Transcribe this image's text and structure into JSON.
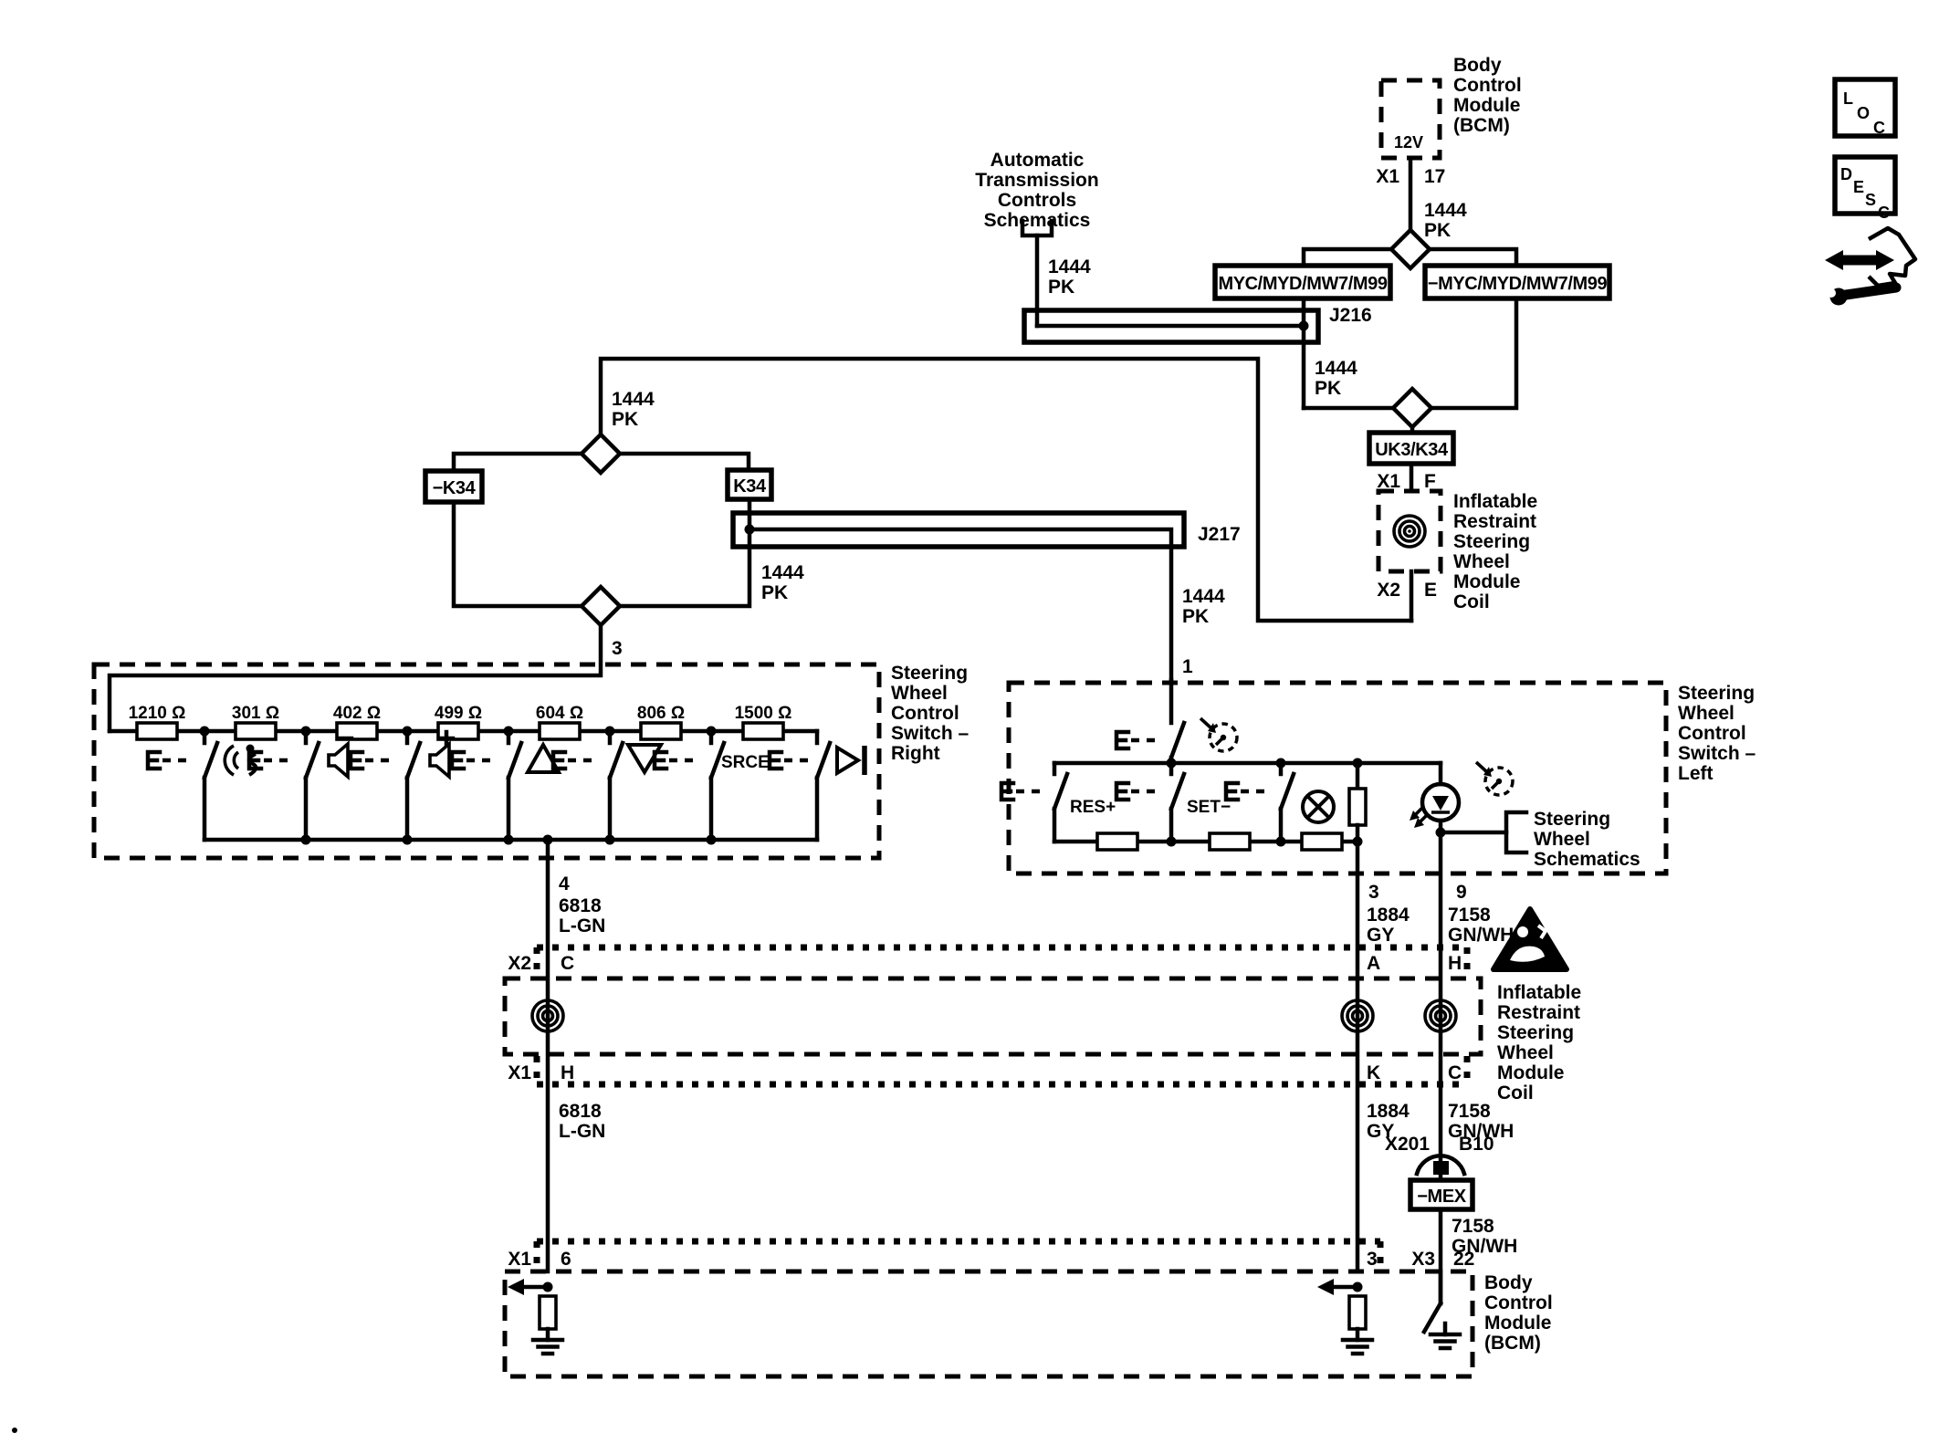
{
  "tools": {
    "loc": "LOC",
    "desc": "DESC"
  },
  "bcm_top": {
    "l0": "Body",
    "l1": "Control",
    "l2": "Module",
    "l3": "(BCM)",
    "v": "12V",
    "conn": "X1",
    "pin": "17"
  },
  "atc": {
    "l0": "Automatic",
    "l1": "Transmission",
    "l2": "Controls",
    "l3": "Schematics"
  },
  "w1444": {
    "n": "1444",
    "c": "PK"
  },
  "w6818": {
    "n": "6818",
    "c": "L-GN"
  },
  "w1884": {
    "n": "1884",
    "c": "GY"
  },
  "w7158": {
    "n": "7158",
    "c": "GN/WH"
  },
  "boxes": {
    "myc": "MYC/MYD/MW7/M99",
    "nmyc": "−MYC/MYD/MW7/M99",
    "uk3": "UK3/K34",
    "k34": "K34",
    "nk34": "−K34",
    "mex": "−MEX"
  },
  "splices": {
    "j216": "J216",
    "j217": "J217"
  },
  "coil_top": {
    "conn_in": "X1",
    "pin_in": "F",
    "conn_out": "X2",
    "pin_out": "E",
    "l0": "Inflatable",
    "l1": "Restraint",
    "l2": "Steering",
    "l3": "Wheel",
    "l4": "Module",
    "l5": "Coil"
  },
  "rsw": {
    "l0": "Steering",
    "l1": "Wheel",
    "l2": "Control",
    "l3": "Switch –",
    "l4": "Right",
    "pin_in": "3",
    "pin_out": "4",
    "r0": "1210 Ω",
    "r1": "301 Ω",
    "r2": "402 Ω",
    "r3": "499 Ω",
    "r4": "604 Ω",
    "r5": "806 Ω",
    "r6": "1500 Ω",
    "srce": "SRCE"
  },
  "lsw": {
    "l0": "Steering",
    "l1": "Wheel",
    "l2": "Control",
    "l3": "Switch –",
    "l4": "Left",
    "pin_in": "1",
    "pin_a": "3",
    "pin_b": "9",
    "res": "RES+",
    "set": "SET−",
    "n0": "Steering",
    "n1": "Wheel",
    "n2": "Schematics"
  },
  "coil_mid": {
    "l0": "Inflatable",
    "l1": "Restraint",
    "l2": "Steering",
    "l3": "Wheel",
    "l4": "Module",
    "l5": "Coil",
    "conn_top": "X2",
    "ptl": "C",
    "pta": "A",
    "pth": "H",
    "conn_bot": "X1",
    "pbl": "H",
    "pbk": "K",
    "pbc": "C"
  },
  "inline": {
    "conn": "X201",
    "pin": "B10"
  },
  "bcm_bot": {
    "l0": "Body",
    "l1": "Control",
    "l2": "Module",
    "l3": "(BCM)",
    "conn1": "X1",
    "pin1": "6",
    "pin2": "3",
    "conn2": "X3",
    "pin3": "22"
  }
}
